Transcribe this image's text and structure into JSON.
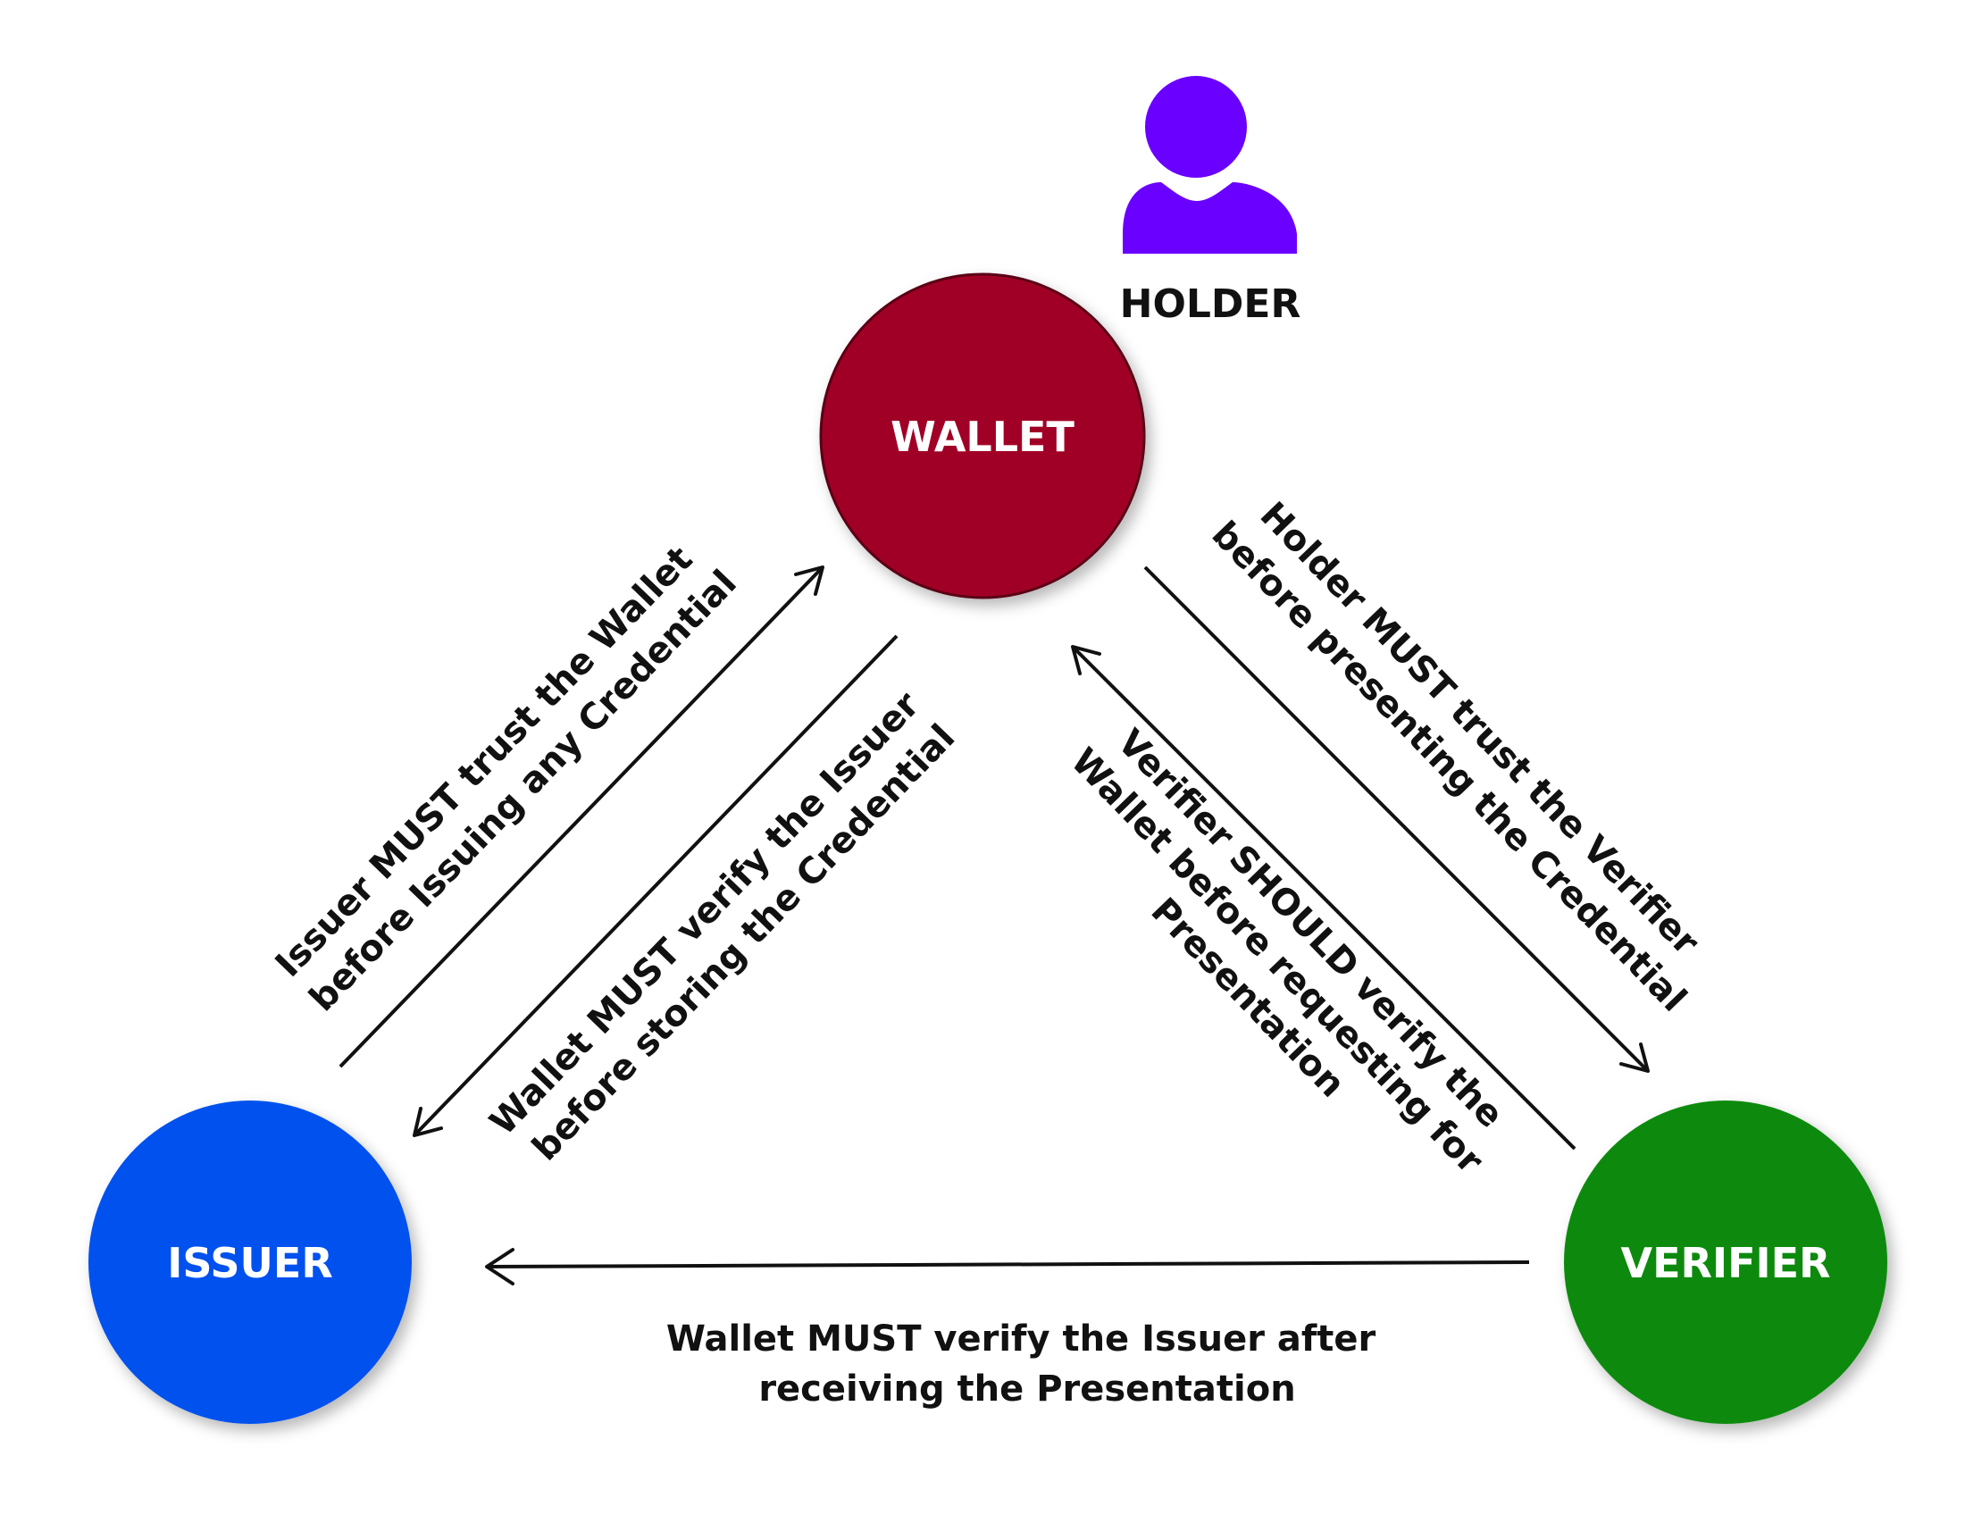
{
  "nodes": {
    "wallet": {
      "label": "WALLET",
      "color": "#A10025"
    },
    "issuer": {
      "label": "ISSUER",
      "color": "#0551EE"
    },
    "verifier": {
      "label": "VERIFIER",
      "color": "#0A8A10"
    }
  },
  "holder": {
    "label": "HOLDER",
    "icon": "person-icon",
    "color": "#6A00FF"
  },
  "edges": {
    "issuer_to_wallet": {
      "line1": "Issuer MUST trust the Wallet",
      "line2": "before Issuing any Credential"
    },
    "wallet_to_issuer": {
      "line1": "Wallet MUST verify the Issuer",
      "line2": "before storing the Credential"
    },
    "wallet_to_verifier": {
      "line1": "Holder MUST trust the Verifier",
      "line2": "before presenting the Credential"
    },
    "verifier_to_wallet": {
      "line1": "Verifier SHOULD verify the",
      "line2": "Wallet before requesting for",
      "line3": "Presentation"
    },
    "verifier_to_issuer": {
      "line1": "Wallet MUST verify the Issuer after",
      "line2": "receiving the Presentation"
    }
  }
}
